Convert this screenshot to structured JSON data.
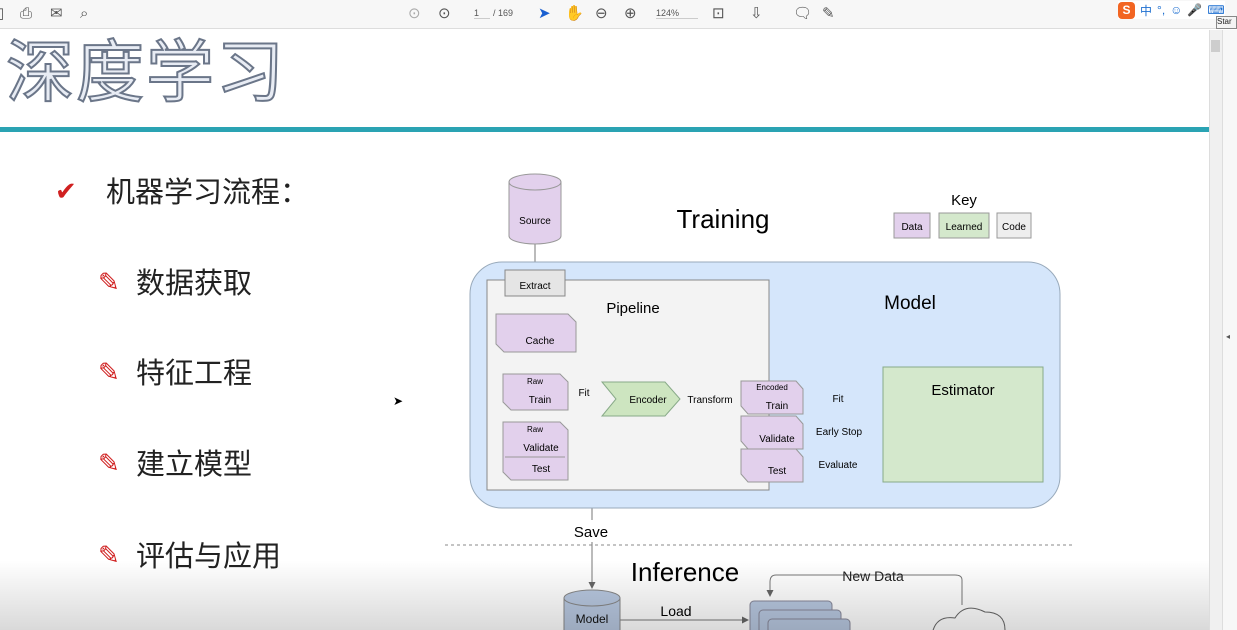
{
  "toolbar": {
    "page_current": "1",
    "page_total": "/ 169",
    "zoom": "124%"
  },
  "ime": {
    "logo": "S",
    "mode": "中",
    "punct": "°,"
  },
  "tooltip": "Star",
  "slide": {
    "title": "深度学习",
    "heading": "机器学习流程：",
    "bullets": [
      "数据获取",
      "特征工程",
      "建立模型",
      "评估与应用"
    ]
  },
  "diagram": {
    "source": "Source",
    "training": "Training",
    "key": "Key",
    "key_items": [
      "Data",
      "Learned",
      "Code"
    ],
    "extract": "Extract",
    "pipeline": "Pipeline",
    "model": "Model",
    "cache": "Cache",
    "raw": "Raw",
    "train": "Train",
    "validate": "Validate",
    "test": "Test",
    "fit": "Fit",
    "encoder": "Encoder",
    "transform": "Transform",
    "encoded": "Encoded",
    "early_stop": "Early Stop",
    "evaluate": "Evaluate",
    "estimator": "Estimator",
    "save": "Save",
    "inference": "Inference",
    "new_data": "New Data",
    "load": "Load",
    "model_db": "Model"
  }
}
